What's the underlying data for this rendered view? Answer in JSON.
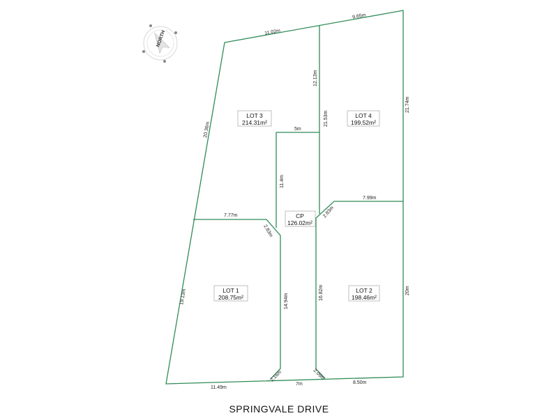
{
  "lots": [
    {
      "id": "lot-3",
      "name": "LOT 3",
      "area": "214.31m²"
    },
    {
      "id": "lot-4",
      "name": "LOT 4",
      "area": "199.52m²"
    },
    {
      "id": "cp",
      "name": "CP",
      "area": "126.02m²"
    },
    {
      "id": "lot-1",
      "name": "LOT 1",
      "area": "208.75m²"
    },
    {
      "id": "lot-2",
      "name": "LOT 2",
      "area": "198.46m²"
    }
  ],
  "dimensions": {
    "top_left": "11.02m",
    "top_right": "9.65m",
    "left_upper": "20.36m",
    "left_lower": "19.13m",
    "right_upper": "21.74m",
    "right_lower": "20m",
    "mid_upper": "12.13m",
    "mid_lot4": "21.53m",
    "cp_top": "5m",
    "cp_left_upper": "11.4m",
    "lot1_top": "7.77m",
    "lot1_chamfer": "2.83m",
    "cp_left_lower": "14.94m",
    "lot2_top": "7.99m",
    "lot2_chamfer": "2.83m",
    "cp_right_lower": "16.82m",
    "bottom_left": "11.49m",
    "bottom_chamfer_left": "2.16m",
    "bottom_mid": "7m",
    "bottom_chamfer_right": "2.09m",
    "bottom_right": "8.50m"
  },
  "north_label": "NORTH",
  "street_name": "SPRINGVALE DRIVE"
}
